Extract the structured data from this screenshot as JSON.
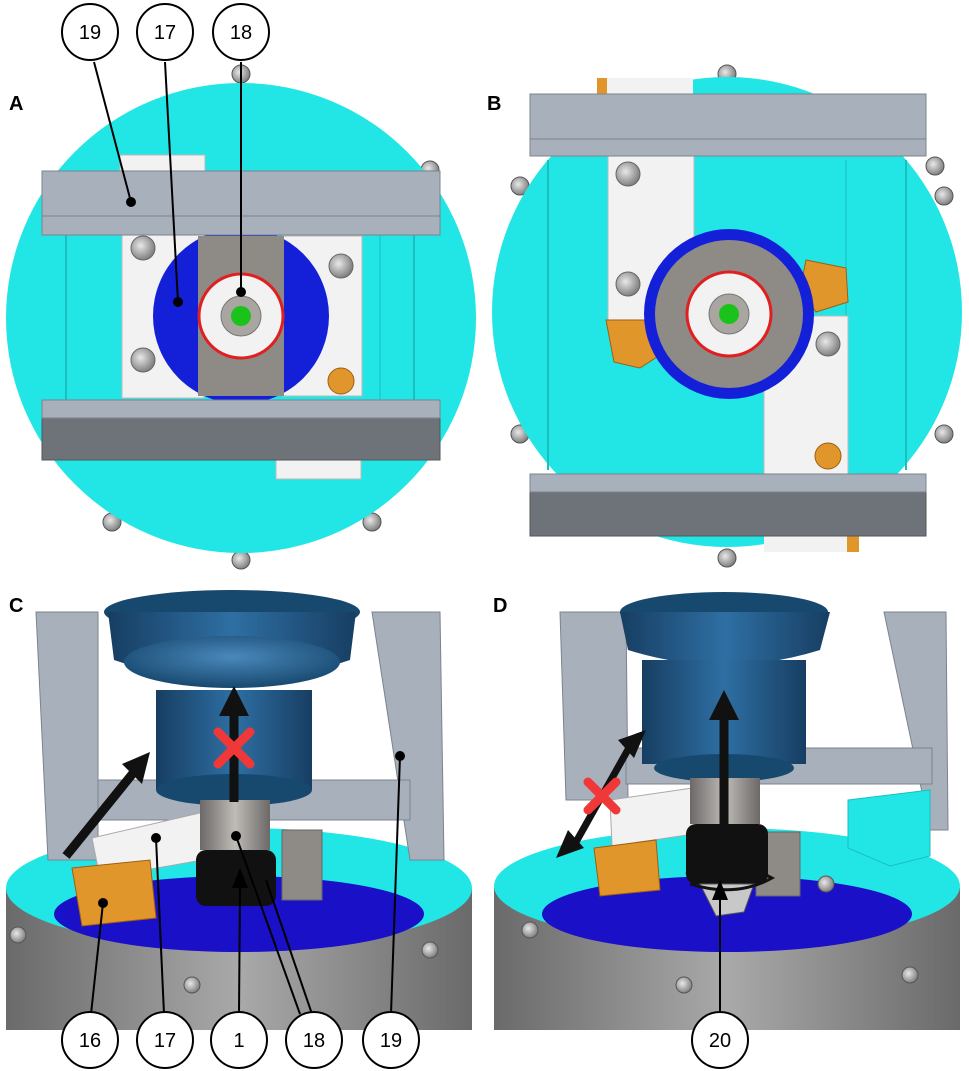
{
  "panels": {
    "a": {
      "letter": "A"
    },
    "b": {
      "letter": "B"
    },
    "c": {
      "letter": "C"
    },
    "d": {
      "letter": "D"
    }
  },
  "callouts": {
    "top_19": "19",
    "top_17": "17",
    "top_18": "18",
    "bottom_16": "16",
    "bottom_17": "17",
    "bottom_1": "1",
    "bottom_18": "18",
    "bottom_19": "19",
    "bottom_20": "20"
  },
  "colors": {
    "cyan": "#22E6E6",
    "frame_gray": "#A8B0BC",
    "frame_dark": "#6E7379",
    "white_block": "#F2F2F2",
    "gear_gray": "#8E8A86",
    "gear_blue": "#1420D8",
    "orange": "#E0962A",
    "green": "#1CC21C",
    "red_circle": "#E02020",
    "red_x": "#F03838",
    "motor_blue": "#1F5C8C",
    "base_blue": "#1A10C8",
    "base_gray": "#8A8A8A"
  }
}
